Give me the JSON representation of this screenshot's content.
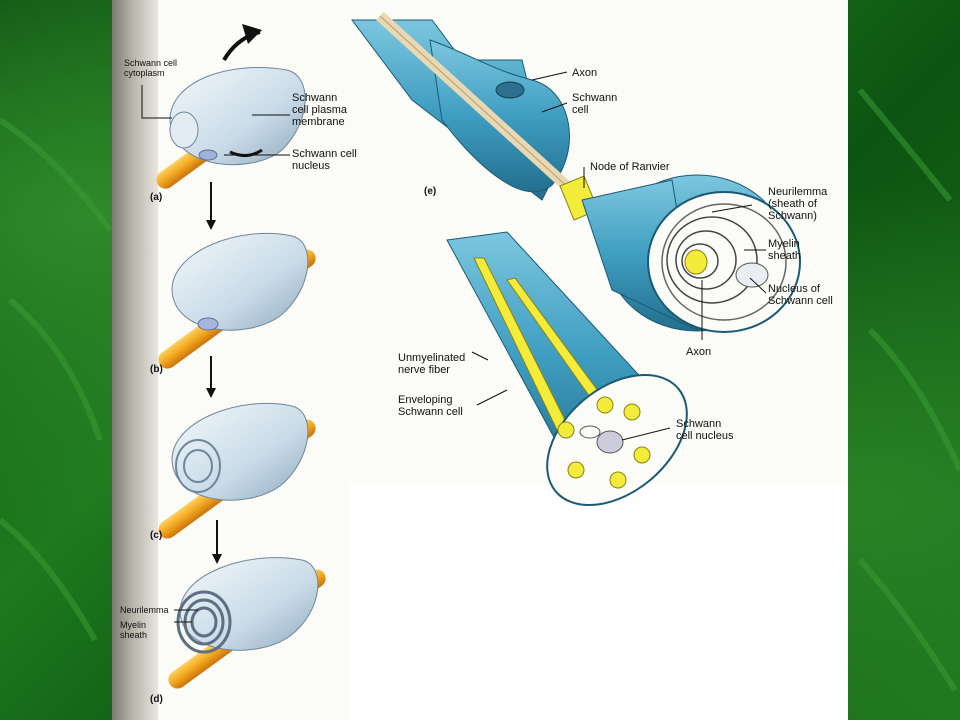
{
  "colors": {
    "axon": "#f2a71e",
    "schwann": "#c9dbe8",
    "teal_fiber": "#3f9ec1",
    "yellow": "#f4ec3a",
    "slide_green": "#1d741c"
  },
  "panels": {
    "a": "(a)",
    "b": "(b)",
    "c": "(c)",
    "d": "(d)",
    "e": "(e)"
  },
  "labels_a": {
    "cytoplasm": "Schwann cell\ncytoplasm",
    "plasma_membrane": "Schwann\ncell plasma\nmembrane",
    "nucleus": "Schwann cell\nnucleus"
  },
  "labels_d": {
    "neurilemma": "Neurilemma",
    "myelin": "Myelin\nsheath"
  },
  "labels_e": {
    "axon_top": "Axon",
    "schwann_cell": "Schwann\ncell",
    "node": "Node of Ranvier",
    "neurilemma": "Neurilemma\n(sheath of\nSchwann)",
    "myelin": "Myelin\nsheath",
    "nucleus_schwann": "Nucleus of\nSchwann cell",
    "axon_bottom": "Axon"
  },
  "labels_unmyelinated": {
    "fiber": "Unmyelinated\nnerve fiber",
    "enveloping": "Enveloping\nSchwann cell",
    "cell_nucleus": "Schwann\ncell nucleus"
  }
}
